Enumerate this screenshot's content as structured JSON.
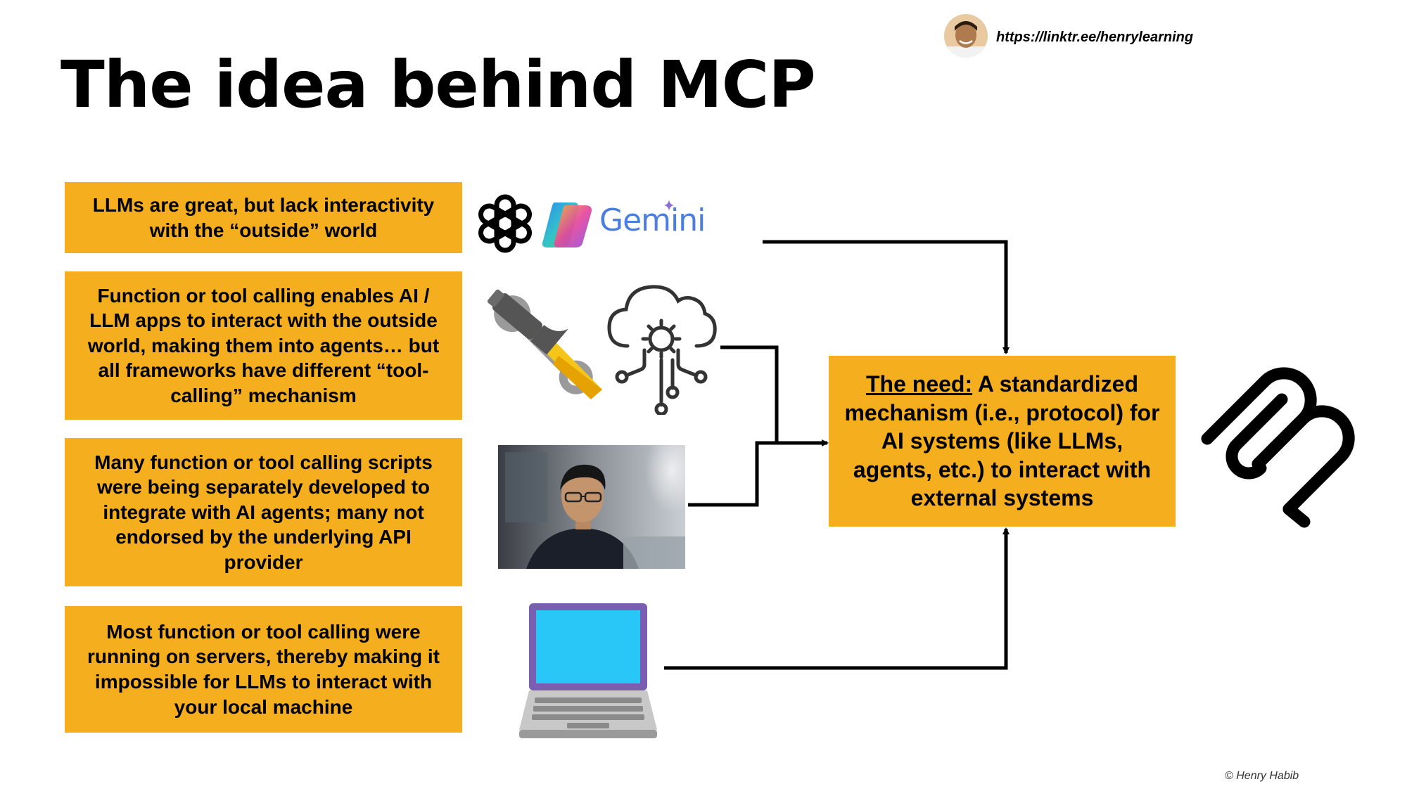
{
  "title": "The idea behind MCP",
  "author_link": "https://linktr.ee/henrylearning",
  "cards": [
    "LLMs are great, but lack interactivity with the “outside” world",
    "Function or tool calling enables AI / LLM apps to interact with the outside world, making them into agents… but all frameworks have different “tool-calling” mechanism",
    "Many function or tool calling scripts were being separately developed to integrate with AI agents; many not endorsed by the underlying API provider",
    "Most function or tool calling were running on servers, thereby making it impossible for LLMs to interact with your local machine"
  ],
  "need": {
    "label": "The need:",
    "text": " A standardized mechanism (i.e., protocol) for AI systems (like LLMs, agents, etc.) to interact with external systems"
  },
  "logos": {
    "gemini": "Gemini"
  },
  "copyright": "© Henry Habib",
  "colors": {
    "card": "#f5ae1d",
    "text": "#000000",
    "screen": "#29c7f7",
    "laptop_frame": "#7a5fb0"
  },
  "icons": [
    "avatar",
    "openai-logo",
    "copilot-logo",
    "gemini-logo",
    "hammer-wrench-icon",
    "cloud-gear-icon",
    "developer-photo",
    "laptop-icon",
    "mcp-logo"
  ]
}
